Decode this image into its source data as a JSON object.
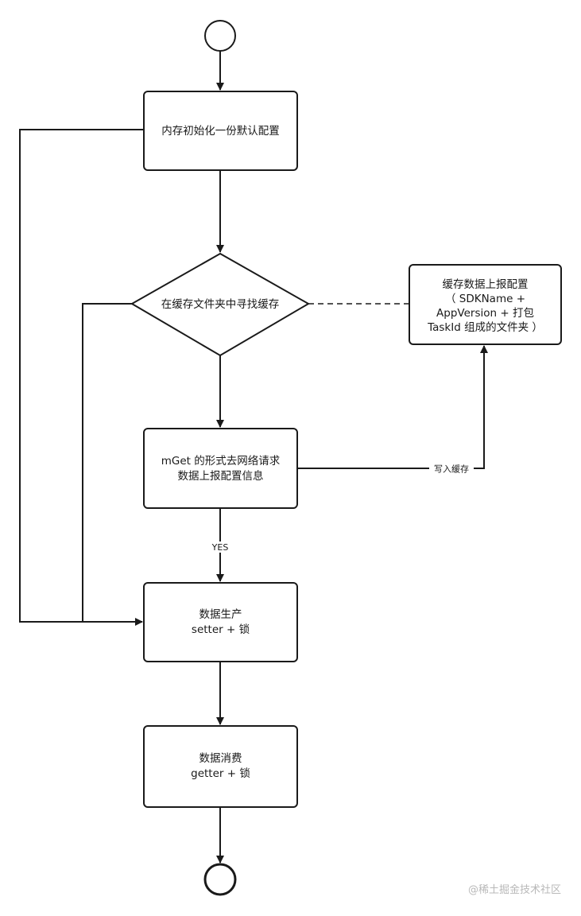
{
  "nodes": {
    "init": {
      "label": "内存初始化一份默认配置"
    },
    "find_cache": {
      "label": "在缓存文件夹中寻找缓存"
    },
    "cache_report": {
      "lines": [
        "缓存数据上报配置",
        "（ SDKName +",
        "AppVersion + 打包",
        "TaskId 组成的文件夹 ）"
      ]
    },
    "mget": {
      "lines": [
        "mGet 的形式去网络请求",
        "数据上报配置信息"
      ]
    },
    "produce": {
      "lines": [
        "数据生产",
        "setter + 锁"
      ]
    },
    "consume": {
      "lines": [
        "数据消费",
        "getter + 锁"
      ]
    }
  },
  "edge_labels": {
    "write_cache": "写入缓存",
    "yes": "YES"
  },
  "watermark": "@稀土掘金技术社区"
}
